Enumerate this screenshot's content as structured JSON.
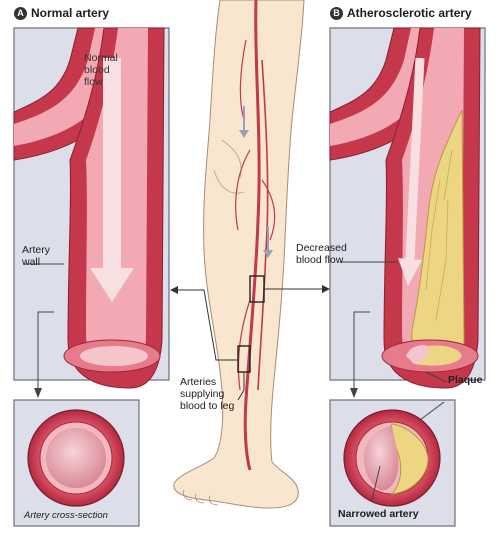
{
  "panels": {
    "a": {
      "letter": "A",
      "title": "Normal artery"
    },
    "b": {
      "letter": "B",
      "title": "Atherosclerotic artery"
    }
  },
  "labels": {
    "normal_blood_flow": "Normal\nblood\nflow",
    "artery_wall": "Artery\nwall",
    "decreased_blood_flow": "Decreased\nblood flow",
    "arteries_supplying": "Arteries\nsupplying\nblood to leg",
    "plaque": "Plaque",
    "artery_cross_section": "Artery cross-section",
    "narrowed_artery": "Narrowed artery"
  },
  "colors": {
    "artery_red": "#c5374b",
    "artery_pink": "#f2a9b3",
    "plaque_yellow": "#ecd683",
    "panel_bg": "#dcdfe9",
    "skin": "#f8e6cf"
  }
}
